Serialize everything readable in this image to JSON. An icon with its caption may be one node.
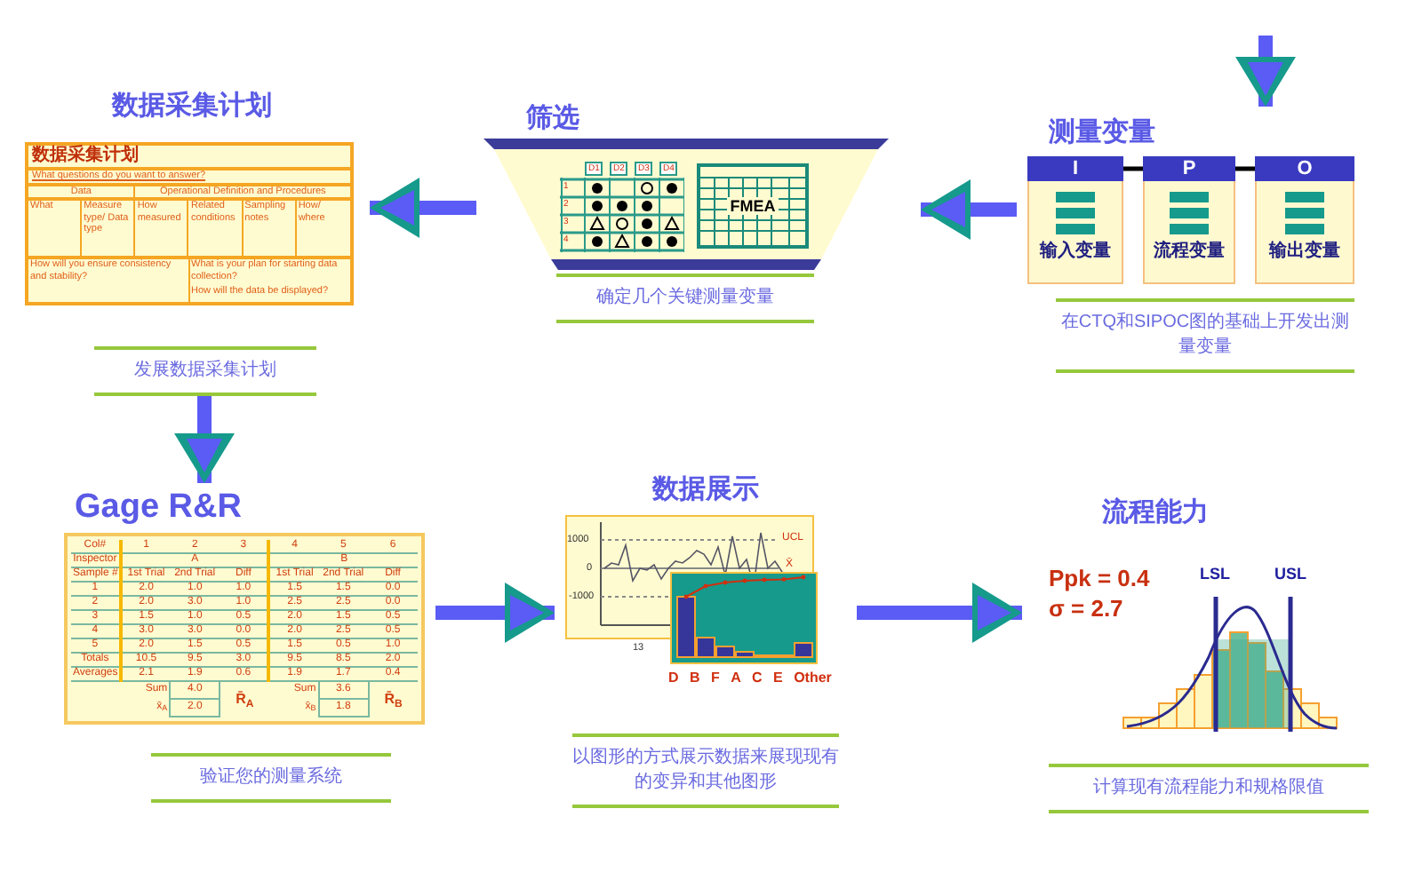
{
  "diagram": {
    "nodes": [
      {
        "text": [
          "数据采集计划",
          "发展数据采集计划"
        ]
      },
      {
        "text": [
          "数据采集计划",
          "What questions do you want to answer?",
          "Data",
          "Operational Definition and Procedures",
          "What",
          "Measure type/ Data type",
          "How measured",
          "Related conditions",
          "Sampling notes",
          "How/ where",
          "How will you ensure consistency and stability?",
          "What is your plan for starting data collection?",
          "How will the data be displayed?"
        ],
        "in": 0
      },
      {
        "text": [
          "筛选",
          "确定几个关键测量变量"
        ]
      },
      {
        "text": [
          "FMEA"
        ],
        "in": 2
      },
      {
        "text": [
          "测量变量",
          "在CTQ和SIPOC图的基础上开发出测量变量"
        ]
      },
      {
        "text": [
          "I",
          "输入变量"
        ],
        "in": 4
      },
      {
        "text": [
          "P",
          "流程变量"
        ],
        "in": 4
      },
      {
        "text": [
          "O",
          "输出变量"
        ],
        "in": 4
      },
      {
        "text": [
          "Gage R&R",
          "验证您的测量系统"
        ]
      },
      {
        "text": [
          "数据展示",
          "以图形的方式展示数据来展现现有的变异和其他图形"
        ]
      },
      {
        "text": [
          "流程能力",
          "计算现有流程能力和规格限值"
        ]
      }
    ],
    "edges": [
      {
        "from": null,
        "to": 4,
        "arrow": "to"
      },
      {
        "from": 4,
        "to": 2,
        "arrow": "to"
      },
      {
        "from": 2,
        "to": 0,
        "arrow": "to"
      },
      {
        "from": 0,
        "to": 8,
        "arrow": "to"
      },
      {
        "from": 8,
        "to": 9,
        "arrow": "to"
      },
      {
        "from": 9,
        "to": 10,
        "arrow": "to"
      },
      {
        "from": 5,
        "to": 6,
        "arrow": "none",
        "color": "#000000"
      },
      {
        "from": 6,
        "to": 7,
        "arrow": "none",
        "color": "#000000"
      }
    ],
    "labels": [
      "D1",
      "D2",
      "D3",
      "D4",
      "1",
      "2",
      "3",
      "4",
      "Col#",
      "1",
      "2",
      "3",
      "4",
      "5",
      "6",
      "Inspector",
      "A",
      "B",
      "Sample #",
      "1st Trial",
      "2nd Trial",
      "Diff",
      "1st Trial",
      "2nd Trial",
      "Diff",
      "1",
      "2.0",
      "1.0",
      "1.0",
      "1.5",
      "1.5",
      "0.0",
      "2",
      "2.0",
      "3.0",
      "1.0",
      "2.5",
      "2.5",
      "0.0",
      "3",
      "1.5",
      "1.0",
      "0.5",
      "2.0",
      "1.5",
      "0.5",
      "4",
      "3.0",
      "3.0",
      "0.0",
      "2.0",
      "2.5",
      "0.5",
      "5",
      "2.0",
      "1.5",
      "0.5",
      "1.5",
      "0.5",
      "1.0",
      "Totals",
      "10.5",
      "9.5",
      "3.0",
      "9.5",
      "8.5",
      "2.0",
      "Averages",
      "2.1",
      "1.9",
      "0.6",
      "1.9",
      "1.7",
      "0.4",
      "Sum",
      "4.0",
      "R̄$_{A}$",
      "Sum",
      "3.6",
      "R̄$_{B}$",
      "x̄$_{A}$",
      "2.0",
      "x̄$_{B}$",
      "1.8",
      "1000",
      "0",
      "-1000",
      "UCL",
      "X̄",
      "13",
      "D",
      "B",
      "F",
      "A",
      "C",
      "E",
      "Other",
      "Ppk = 0.4",
      "σ = 2.7",
      "LSL",
      "USL"
    ]
  }
}
